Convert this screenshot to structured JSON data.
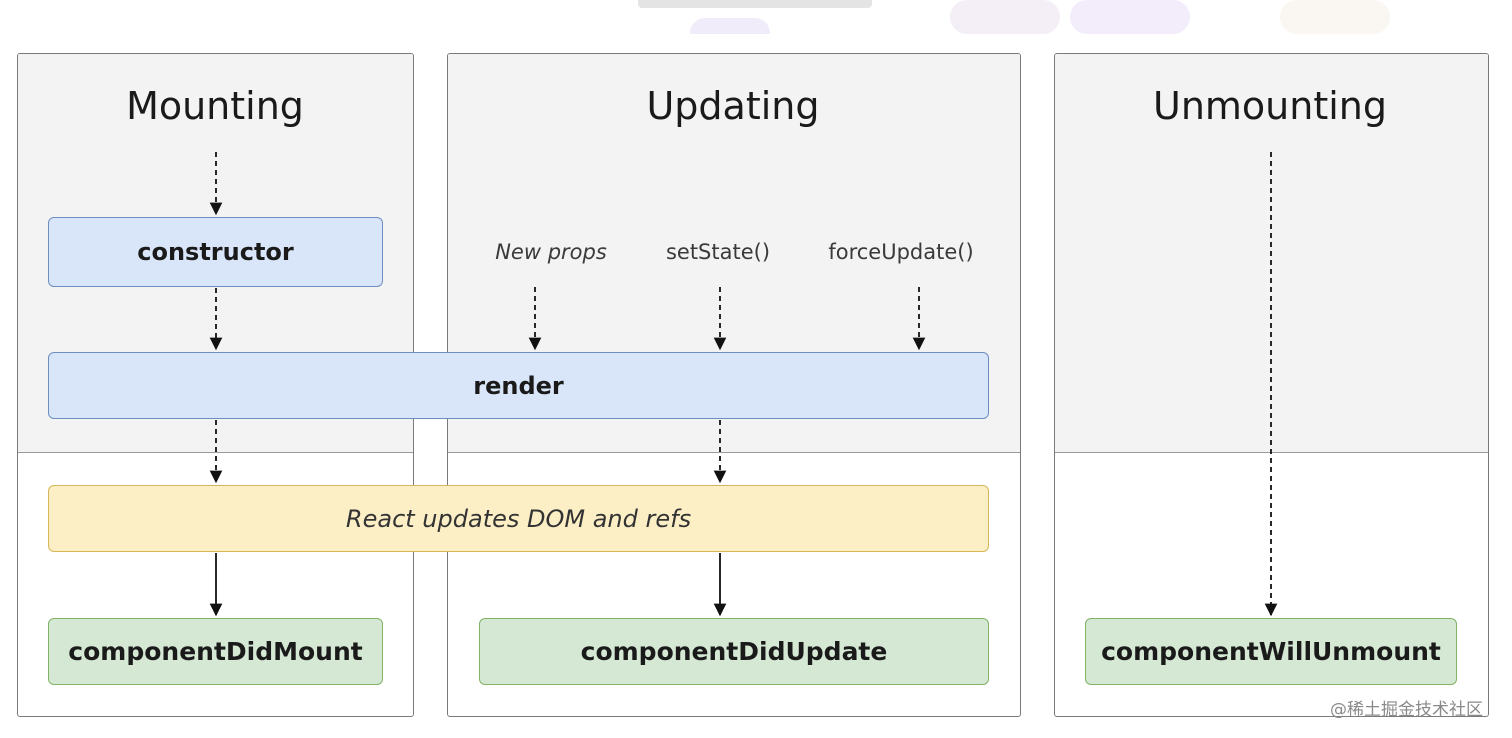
{
  "phases": {
    "mounting": {
      "title": "Mounting"
    },
    "updating": {
      "title": "Updating"
    },
    "unmounting": {
      "title": "Unmounting"
    }
  },
  "methods": {
    "constructor": "constructor",
    "render": "render",
    "dom_update": "React updates DOM and refs",
    "did_mount": "componentDidMount",
    "did_update": "componentDidUpdate",
    "will_unmount": "componentWillUnmount"
  },
  "triggers": {
    "new_props": "New props",
    "set_state": "setState()",
    "force_update": "forceUpdate()"
  },
  "watermark": "@稀土掘金技术社区",
  "colors": {
    "blue_fill": "#d9e6fa",
    "blue_border": "#6c8ebf",
    "yellow_fill": "#fcefc6",
    "yellow_border": "#d6b656",
    "green_fill": "#d5e8d4",
    "green_border": "#82b366",
    "panel_fill": "#f3f3f3"
  }
}
